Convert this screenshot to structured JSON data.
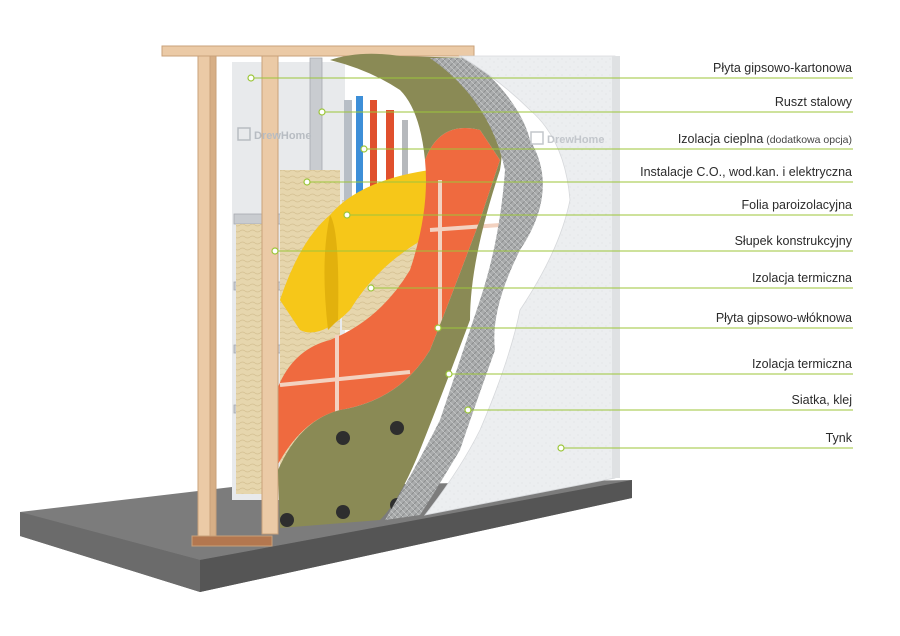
{
  "watermark": {
    "brand": "DrewHome"
  },
  "colors": {
    "leader_line": "#9cc63a",
    "timber": "#e9c9a6",
    "plaster": "#eef0f2",
    "mesh": "#b9bbbc",
    "green_board": "#8a8a55",
    "orange_insulation": "#ef6a3f",
    "yellow_foil": "#f6c719",
    "mineral_wool": "#e8d9b2",
    "base_slab": "#6f6f6f"
  },
  "labels": [
    {
      "text": "Płyta gipsowo-kartonowa",
      "note": ""
    },
    {
      "text": "Ruszt stalowy",
      "note": ""
    },
    {
      "text": "Izolacja cieplna",
      "note": "(dodatkowa opcja)"
    },
    {
      "text": "Instalacje C.O., wod.kan. i elektryczna",
      "note": ""
    },
    {
      "text": "Folia paroizolacyjna",
      "note": ""
    },
    {
      "text": "Słupek konstrukcyjny",
      "note": ""
    },
    {
      "text": "Izolacja termiczna",
      "note": ""
    },
    {
      "text": "Płyta gipsowo-włóknowa",
      "note": ""
    },
    {
      "text": "Izolacja termiczna",
      "note": ""
    },
    {
      "text": "Siatka, klej",
      "note": ""
    },
    {
      "text": "Tynk",
      "note": ""
    }
  ]
}
